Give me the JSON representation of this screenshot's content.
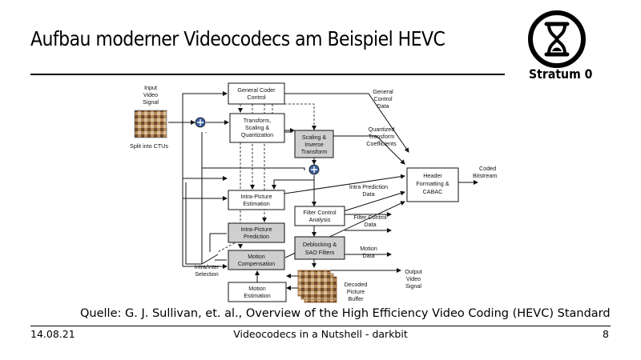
{
  "slide": {
    "title": "Aufbau moderner Videocodecs am Beispiel HEVC",
    "logo_text": "Stratum 0",
    "source": "Quelle: G. J. Sullivan, et. al., Overview of the High Efficiency Video Coding (HEVC) Standard",
    "footer": {
      "date": "14.08.21",
      "center": "Videocodecs in a Nutshell - darkbit",
      "page": "8"
    }
  },
  "diagram": {
    "input": [
      "Input",
      "Video",
      "Signal"
    ],
    "split": "Split into CTUs",
    "general_coder": [
      "General Coder",
      "Control"
    ],
    "transform": [
      "Transform,",
      "Scaling &",
      "Quantization"
    ],
    "scaling_inverse": [
      "Scaling &",
      "Inverse",
      "Transform"
    ],
    "intra_est": [
      "Intra-Picture",
      "Estimation"
    ],
    "intra_pred": [
      "Intra-Picture",
      "Prediction"
    ],
    "motion_comp": [
      "Motion",
      "Compensation"
    ],
    "motion_est": [
      "Motion",
      "Estimation"
    ],
    "filter_control": [
      "Filter Control",
      "Analysis"
    ],
    "deblocking": [
      "Deblocking &",
      "SAO Filters"
    ],
    "header": [
      "Header",
      "Formatting &",
      "CABAC"
    ],
    "general_control_data": [
      "General",
      "Control",
      "Data"
    ],
    "quantized_coeffs": [
      "Quantized",
      "Transform",
      "Coefficients"
    ],
    "intra_pred_data": [
      "Intra Prediction",
      "Data"
    ],
    "filter_control_data": [
      "Filter Control",
      "Data"
    ],
    "motion_data": [
      "Motion",
      "Data"
    ],
    "coded_bitstream": [
      "Coded",
      "Bitstream"
    ],
    "output": [
      "Output",
      "Video",
      "Signal"
    ],
    "dpb": [
      "Decoded",
      "Picture",
      "Buffer"
    ],
    "intra_inter": [
      "Intra/Inter",
      "Selection"
    ],
    "minus": "-",
    "colors": {
      "shaded_block": "#cfcfcf",
      "junction": "#3a5f9a"
    }
  }
}
